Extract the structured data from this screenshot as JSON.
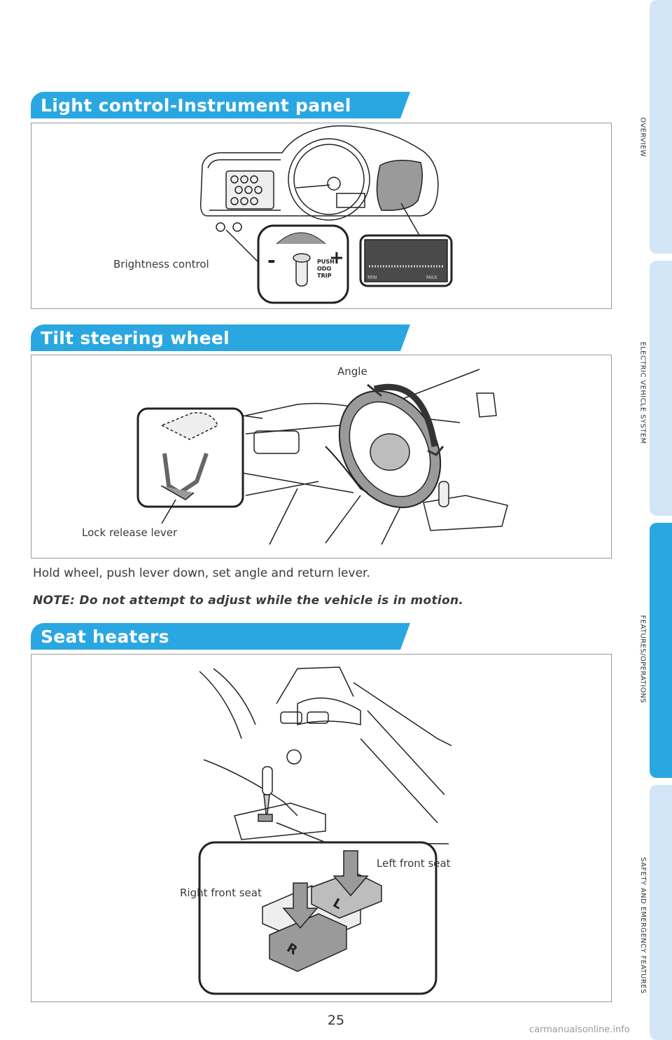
{
  "side_tabs": [
    {
      "label": "OVERVIEW",
      "active": false
    },
    {
      "label": "ELECTRIC VEHICLE SYSTEM",
      "active": false
    },
    {
      "label": "FEATURES/OPERATIONS",
      "active": true
    },
    {
      "label": "SAFETY AND EMERGENCY FEATURES",
      "active": false
    }
  ],
  "sections": {
    "light_control": {
      "title": "Light control-Instrument panel",
      "callout_brightness": "Brightness control",
      "glyph_minus": "-",
      "glyph_plus": "+",
      "knob_labels": [
        "PUSH",
        "ODO",
        "TRIP"
      ],
      "display_min": "MIN",
      "display_max": "MAX"
    },
    "tilt_steering": {
      "title": "Tilt steering wheel",
      "callout_angle": "Angle",
      "callout_lock": "Lock release lever",
      "instruction": "Hold wheel, push lever down, set angle and return lever.",
      "note": "NOTE: Do not attempt to adjust while the vehicle is in motion."
    },
    "seat_heaters": {
      "title": "Seat heaters",
      "callout_left": "Left front seat",
      "callout_right": "Right front seat",
      "button_left": "L",
      "button_right": "R"
    }
  },
  "page_number": "25",
  "watermark": "carmanualsonline.info",
  "colors": {
    "accent": "#2aa7e1",
    "tab_inactive": "#d3e6f7",
    "figure_gray": "#8c8c8c"
  }
}
